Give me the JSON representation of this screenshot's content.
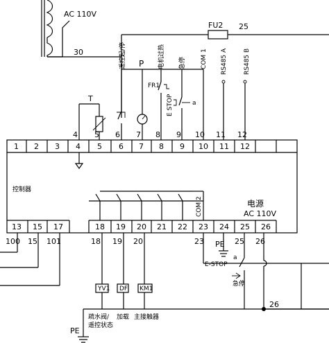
{
  "transformer": {
    "voltage_label": "AC 110V",
    "wire_top": "30"
  },
  "fuse": {
    "label": "FU2",
    "wire": "25"
  },
  "controller": {
    "label": "控制器"
  },
  "power": {
    "label": "电源",
    "voltage": "AC 110V"
  },
  "top_terminals": [
    "1",
    "2",
    "3",
    "4",
    "5",
    "6",
    "7",
    "8",
    "9",
    "10",
    "11",
    "12"
  ],
  "bottom_terminals": [
    "13",
    "15",
    "17",
    "18",
    "19",
    "20",
    "21",
    "22",
    "23",
    "24",
    "25",
    "26"
  ],
  "top_wires": [
    "4",
    "5",
    "6",
    "7",
    "8",
    "9",
    "10",
    "11",
    "12"
  ],
  "bottom_wires": [
    "100",
    "15",
    "101",
    "18",
    "19",
    "20",
    "23",
    "25",
    "26"
  ],
  "top_signal_labels": [
    "遥控起/停",
    "P",
    "电机过热",
    "急停",
    "COM 1",
    "RS485 A",
    "RS485 B"
  ],
  "thermistor_label": "T",
  "fr1_label": "FR1",
  "estop_top": {
    "label": "E STOP",
    "contact": "a"
  },
  "com2_label": "COM 2",
  "pe_labels": [
    "PE",
    "PE"
  ],
  "estop_bottom": {
    "label": "E-STOP",
    "contact": "a",
    "caption": "急停"
  },
  "wire_26_right": "26",
  "coils": [
    {
      "tag": "YV1",
      "caption": "疏水阀/\n遥控状态"
    },
    {
      "tag": "DF",
      "caption": "加载"
    },
    {
      "tag": "KM1",
      "caption": "主接触器"
    }
  ],
  "coil_captions": [
    "疏水阀/",
    "遥控状态",
    "加载",
    "主接触器"
  ]
}
